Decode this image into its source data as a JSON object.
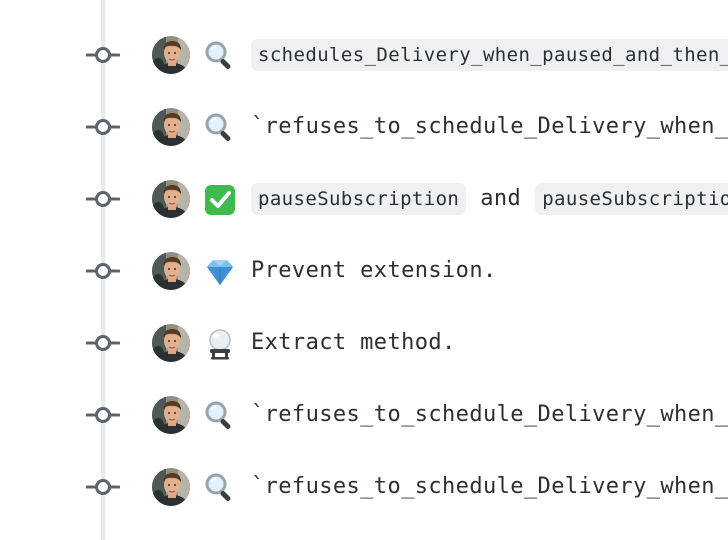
{
  "commits": [
    {
      "emoji": "magnifying-glass-icon",
      "parts": [
        {
          "kind": "code",
          "text": "schedules_Delivery_when_paused_and_then_resumed"
        }
      ]
    },
    {
      "emoji": "magnifying-glass-icon",
      "parts": [
        {
          "kind": "plain",
          "text": "`refuses_to_schedule_Delivery_when_paused`"
        }
      ]
    },
    {
      "emoji": "check-mark-icon",
      "parts": [
        {
          "kind": "code",
          "text": "pauseSubscription"
        },
        {
          "kind": "word",
          "text": "and"
        },
        {
          "kind": "code",
          "text": "pauseSubscription"
        }
      ]
    },
    {
      "emoji": "gem-icon",
      "parts": [
        {
          "kind": "plain",
          "text": "Prevent extension."
        }
      ]
    },
    {
      "emoji": "crystal-ball-icon",
      "parts": [
        {
          "kind": "plain",
          "text": "Extract method."
        }
      ]
    },
    {
      "emoji": "magnifying-glass-icon",
      "parts": [
        {
          "kind": "plain",
          "text": "`refuses_to_schedule_Delivery_when_paused`"
        }
      ]
    },
    {
      "emoji": "magnifying-glass-icon",
      "parts": [
        {
          "kind": "plain",
          "text": "`refuses_to_schedule_Delivery_when_paused`"
        }
      ]
    }
  ],
  "colors": {
    "timeline": "#e7e9ec",
    "node": "#59636e",
    "chip_bg": "#eef0f2",
    "text": "#2a2f35",
    "check_green": "#3fb950",
    "gem_blue": "#5aa9e6"
  }
}
